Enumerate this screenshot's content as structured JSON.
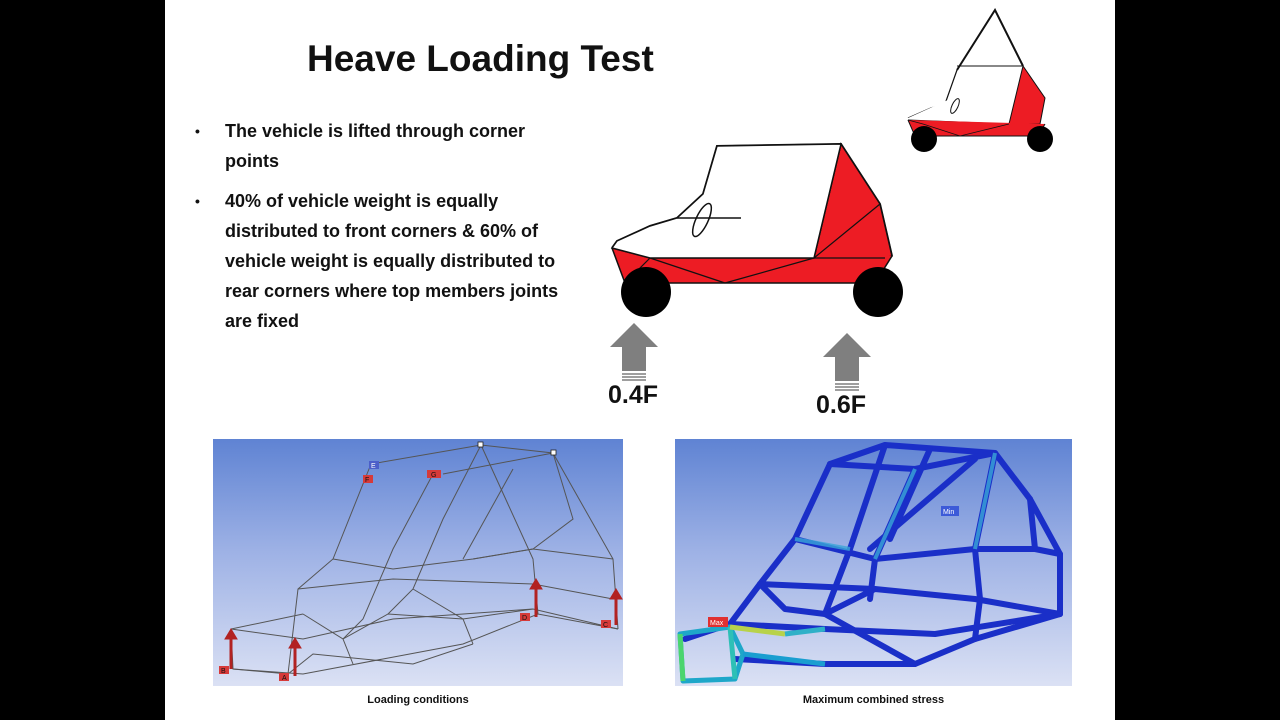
{
  "slide": {
    "title": "Heave Loading Test",
    "bullets": [
      "The vehicle is lifted through corner points",
      "40% of vehicle weight is equally distributed to front corners & 60% of vehicle weight is equally distributed to rear corners  where top members joints are fixed"
    ],
    "bullet_marker": "•"
  },
  "loads": {
    "front_label": "0.4F",
    "rear_label": "0.6F"
  },
  "panels": {
    "left_caption": "Loading conditions",
    "right_caption": "Maximum combined stress",
    "support_tags": [
      "A",
      "B",
      "C",
      "D",
      "E",
      "F",
      "G"
    ],
    "max_tag": "Max",
    "min_tag": "Min"
  },
  "colors": {
    "frame_fill": "#ed1c24",
    "arrow_gray": "#7f7f7f",
    "tube_blue": "#1a2fc8",
    "support_red": "#cc2222"
  }
}
